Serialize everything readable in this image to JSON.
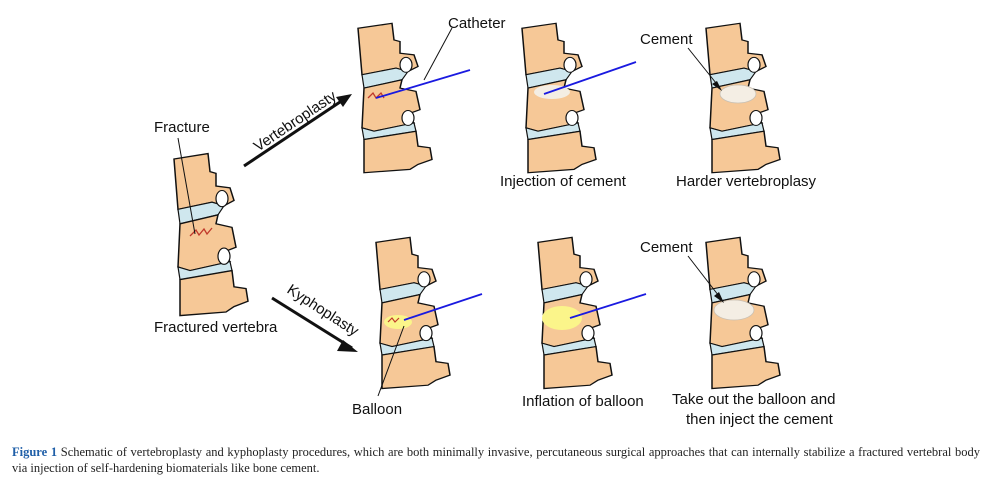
{
  "labels": {
    "fracture": "Fracture",
    "fractured_vertebra": "Fractured vertebra",
    "vertebroplasty": "Vertebroplasty",
    "kyphoplasty": "Kyphoplasty",
    "catheter": "Catheter",
    "cement_top": "Cement",
    "injection_of_cement": "Injection of cement",
    "harder_vertebroplasy": "Harder vertebroplasy",
    "cement_bottom": "Cement",
    "balloon": "Balloon",
    "inflation_of_balloon": "Inflation of balloon",
    "take_out_line1": "Take out the balloon and",
    "take_out_line2": "then inject the cement"
  },
  "caption": {
    "figure_label": "Figure 1",
    "text": "Schematic of vertebroplasty and kyphoplasty procedures, which are both minimally invasive, percutaneous surgical approaches that can internally stabilize a fractured vertebral body via injection of self-hardening biomaterials like bone cement."
  },
  "colors": {
    "bone": "#f6c897",
    "disc": "#cfe7ee",
    "catheter": "#1a1ae0",
    "fracture_mark": "#c0392b",
    "balloon": "#fbf58a",
    "cement": "#f4eee4",
    "outline": "#111111"
  }
}
